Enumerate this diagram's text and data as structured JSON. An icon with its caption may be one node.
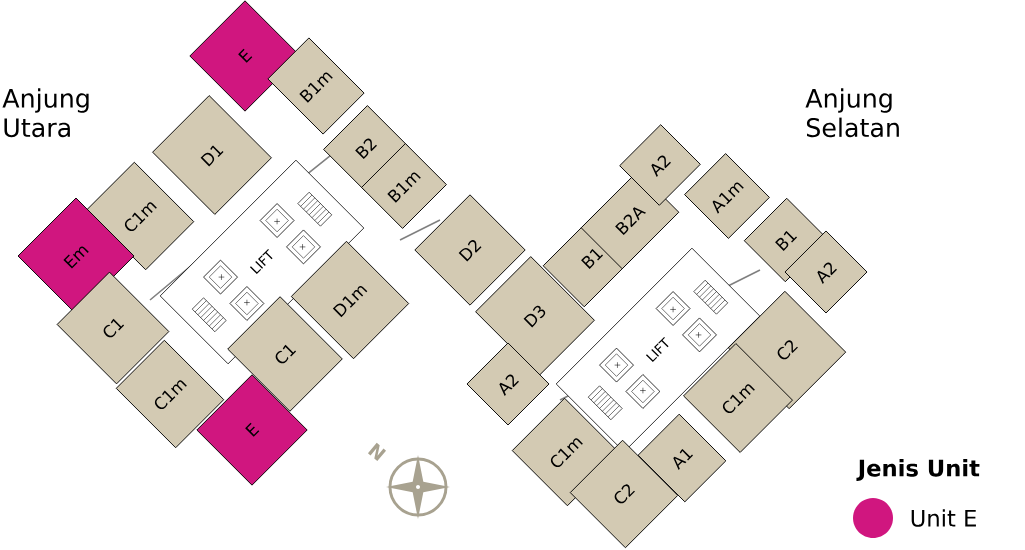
{
  "diagram": {
    "nodes": [
      {
        "text": [
          "E"
        ]
      },
      {
        "text": [
          "B1m"
        ]
      },
      {
        "text": [
          "D1"
        ]
      },
      {
        "text": [
          "C1m"
        ]
      },
      {
        "text": [
          "Em"
        ]
      },
      {
        "text": [
          "C1"
        ]
      },
      {
        "text": [
          "C1m"
        ]
      },
      {
        "text": [
          "E"
        ]
      },
      {
        "text": [
          "C1"
        ]
      },
      {
        "text": [
          "D1m"
        ]
      },
      {
        "text": [
          "B2"
        ]
      },
      {
        "text": [
          "B1m"
        ]
      },
      {
        "text": [
          "D2"
        ]
      },
      {
        "text": [
          "D3"
        ]
      },
      {
        "text": [
          "A2"
        ]
      },
      {
        "text": [
          "B1"
        ]
      },
      {
        "text": [
          "B2A"
        ]
      },
      {
        "text": [
          "A2"
        ]
      },
      {
        "text": [
          "A1m"
        ]
      },
      {
        "text": [
          "B1"
        ]
      },
      {
        "text": [
          "A2"
        ]
      },
      {
        "text": [
          "C2"
        ]
      },
      {
        "text": [
          "C1m"
        ]
      },
      {
        "text": [
          "A1"
        ]
      },
      {
        "text": [
          "C1m"
        ]
      },
      {
        "text": [
          "C2"
        ]
      }
    ],
    "labels": [
      "Anjung Utara",
      "Anjung Selatan",
      "LIFT",
      "LIFT",
      "N",
      "Jenis Unit"
    ],
    "legend": [
      {
        "text": "Unit E",
        "color": "#d0167f"
      }
    ]
  }
}
